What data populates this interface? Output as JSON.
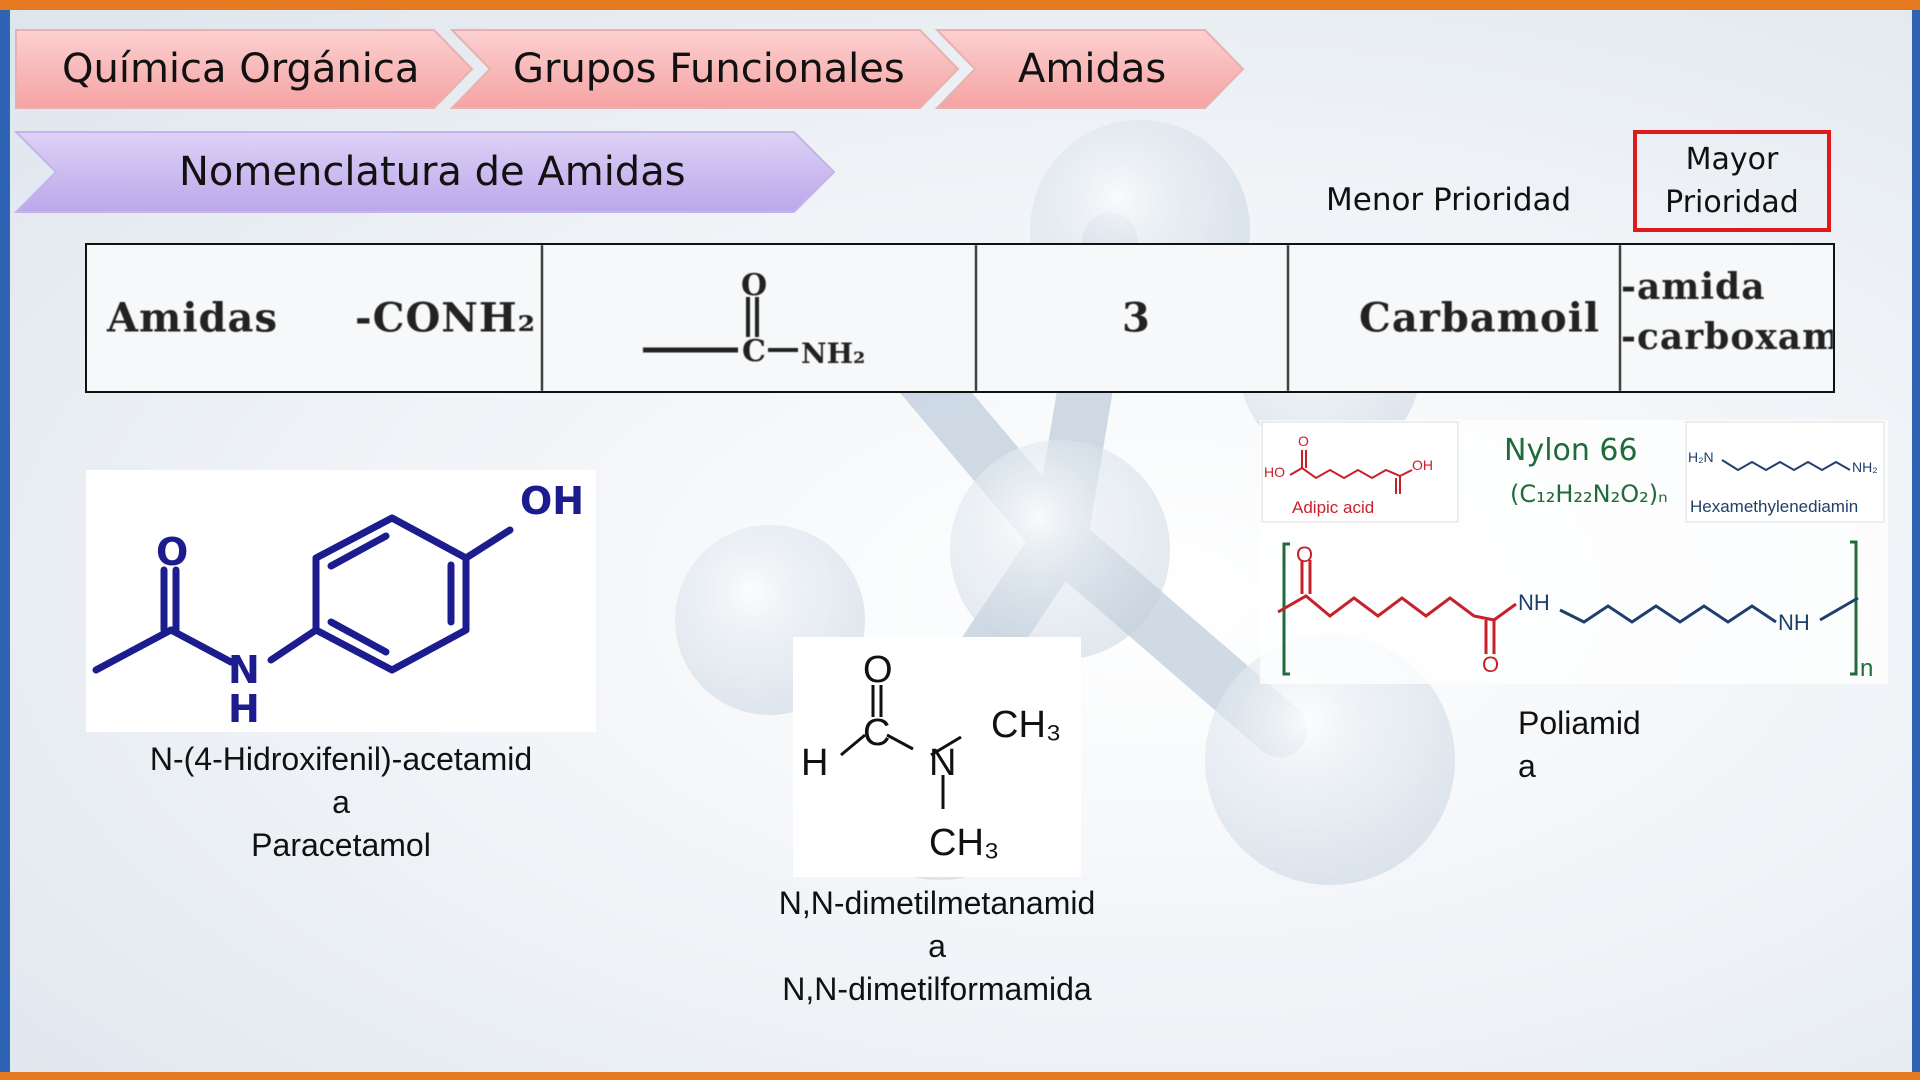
{
  "breadcrumb": {
    "items": [
      {
        "label": "Química Orgánica"
      },
      {
        "label": "Grupos Funcionales"
      },
      {
        "label": "Amidas"
      }
    ]
  },
  "section": {
    "title": "Nomenclatura de Amidas"
  },
  "priority": {
    "low_label": "Menor Prioridad",
    "high_line1": "Mayor",
    "high_line2": "Prioridad"
  },
  "group_table": {
    "name": "Amidas",
    "formula": "-CONH₂",
    "structure_atom": "NH₂",
    "structure_carbon": "C",
    "structure_oxygen": "O",
    "priority_number": "3",
    "prefix": "Carbamoil",
    "suffix_line1": "-amida",
    "suffix_line2": "-carboxamida"
  },
  "paracetamol": {
    "atoms": {
      "oh": "OH",
      "o": "O",
      "n": "N",
      "h": "H"
    },
    "caption_line1": "N-(4-Hidroxifenil)-acetamid",
    "caption_line2": "a",
    "caption_line3": "Paracetamol"
  },
  "dmf": {
    "atoms": {
      "o": "O",
      "c": "C",
      "h": "H",
      "n": "N",
      "ch3_top": "CH₃",
      "ch3_bottom": "CH₃"
    },
    "caption_line1": "N,N-dimetilmetanamid",
    "caption_line2": "a",
    "caption_line3": "N,N-dimetilformamida"
  },
  "nylon": {
    "title": "Nylon 66",
    "formula": "(C₁₂H₂₂N₂O₂)ₙ",
    "adipic_label": "Adipic acid",
    "adipic_atoms": {
      "ho": "HO",
      "oh": "OH",
      "o": "O"
    },
    "hexa_label": "Hexamethylenediamin",
    "hexa_atoms": {
      "h2n": "H₂N",
      "nh2": "NH₂"
    },
    "polymer_atoms": {
      "o1": "O",
      "o2": "O",
      "nh1": "NH",
      "nh2": "NH",
      "n": "n"
    },
    "caption_line1": "Poliamid",
    "caption_line2": "a"
  },
  "colors": {
    "frame_orange": "#e57a20",
    "frame_blue": "#2f63b3",
    "crumb_pink": "#f8a9a9",
    "banner_purple": "#c8b6ef",
    "priority_red": "#e0191b",
    "paracetamol_blue": "#1c1c8f",
    "nylon_green": "#1f6b3a",
    "nylon_red": "#c8202a",
    "nylon_navy": "#1f3f6b"
  }
}
